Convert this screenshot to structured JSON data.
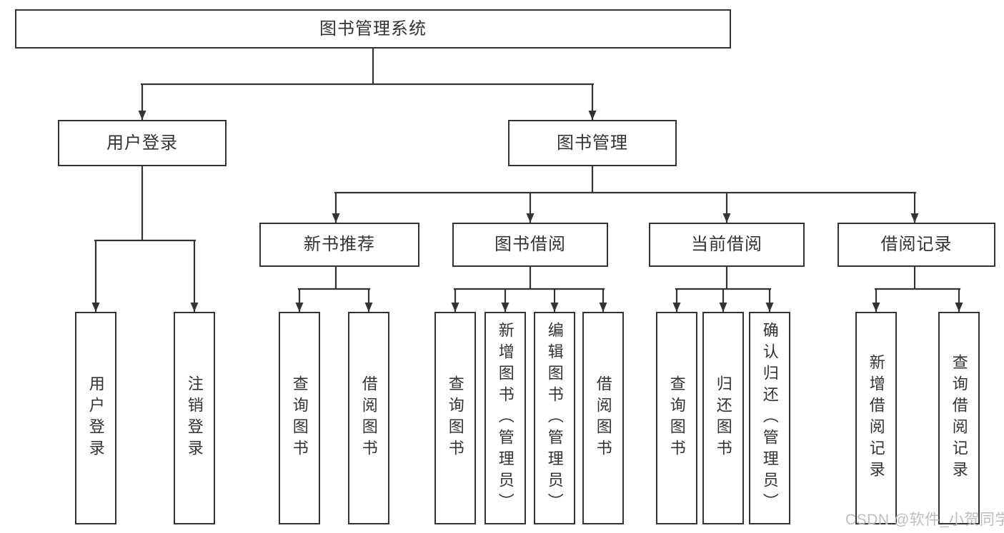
{
  "diagram": {
    "root": {
      "label": "图书管理系统"
    },
    "branches": {
      "user_login": {
        "label": "用户登录",
        "children": {
          "login": {
            "label": "用户登录"
          },
          "logout": {
            "label": "注销登录"
          }
        }
      },
      "book_management": {
        "label": "图书管理",
        "children": {
          "new_book_recommend": {
            "label": "新书推荐",
            "children": {
              "query_book": {
                "label": "查询图书"
              },
              "borrow_book": {
                "label": "借阅图书"
              }
            }
          },
          "book_borrow": {
            "label": "图书借阅",
            "children": {
              "query_book": {
                "label": "查询图书"
              },
              "add_book": {
                "label": "新增图书（管理员）"
              },
              "edit_book": {
                "label": "编辑图书（管理员）"
              },
              "borrow_book": {
                "label": "借阅图书"
              }
            }
          },
          "current_borrow": {
            "label": "当前借阅",
            "children": {
              "query_book": {
                "label": "查询图书"
              },
              "return_book": {
                "label": "归还图书"
              },
              "confirm_return": {
                "label": "确认归还（管理员）"
              }
            }
          },
          "borrow_record": {
            "label": "借阅记录",
            "children": {
              "add_record": {
                "label": "新增借阅记录"
              },
              "query_record": {
                "label": "查询借阅记录"
              }
            }
          }
        }
      }
    }
  },
  "watermark": {
    "text": "CSDN @软件_小贺同学"
  },
  "colors": {
    "line": "#333333",
    "text": "#333333",
    "box_bg": "#ffffff",
    "page_bg": "#ffffff",
    "watermark": "#bdbdbd"
  }
}
